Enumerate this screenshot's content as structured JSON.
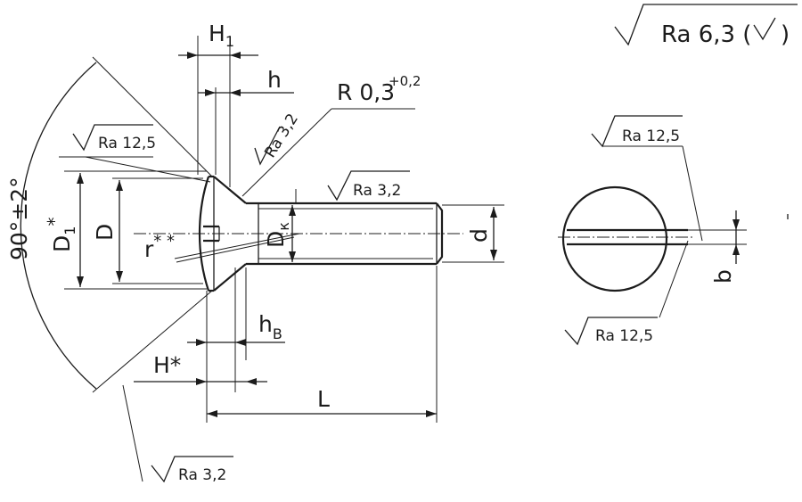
{
  "colors": {
    "ink": "#1c1c1c",
    "paper": "#ffffff"
  },
  "roughness": {
    "general": "Ra 6,3 (",
    "general_close": ")",
    "head_cone": "Ra 12,5",
    "head_fillet": "Ra 3,2",
    "shank": "Ra 3,2",
    "head_bottom": "Ra 3,2",
    "slot_top": "Ra 12,5",
    "slot_bottom": "Ra 12,5"
  },
  "dimensions": {
    "H1": "H",
    "H1_sub": "1",
    "h": "h",
    "radius": "R 0,3",
    "radius_tol": "+0,2",
    "angle": "90°±2°",
    "D1": "D",
    "D1_sub": "1",
    "D1_star": "*",
    "D": "D",
    "r": "r",
    "r_stars": "* *",
    "Dk": "D",
    "Dk_sub": "к",
    "d": "d",
    "hB": "h",
    "hB_sub": "B",
    "Hstar": "H*",
    "L": "L",
    "b": "b"
  }
}
